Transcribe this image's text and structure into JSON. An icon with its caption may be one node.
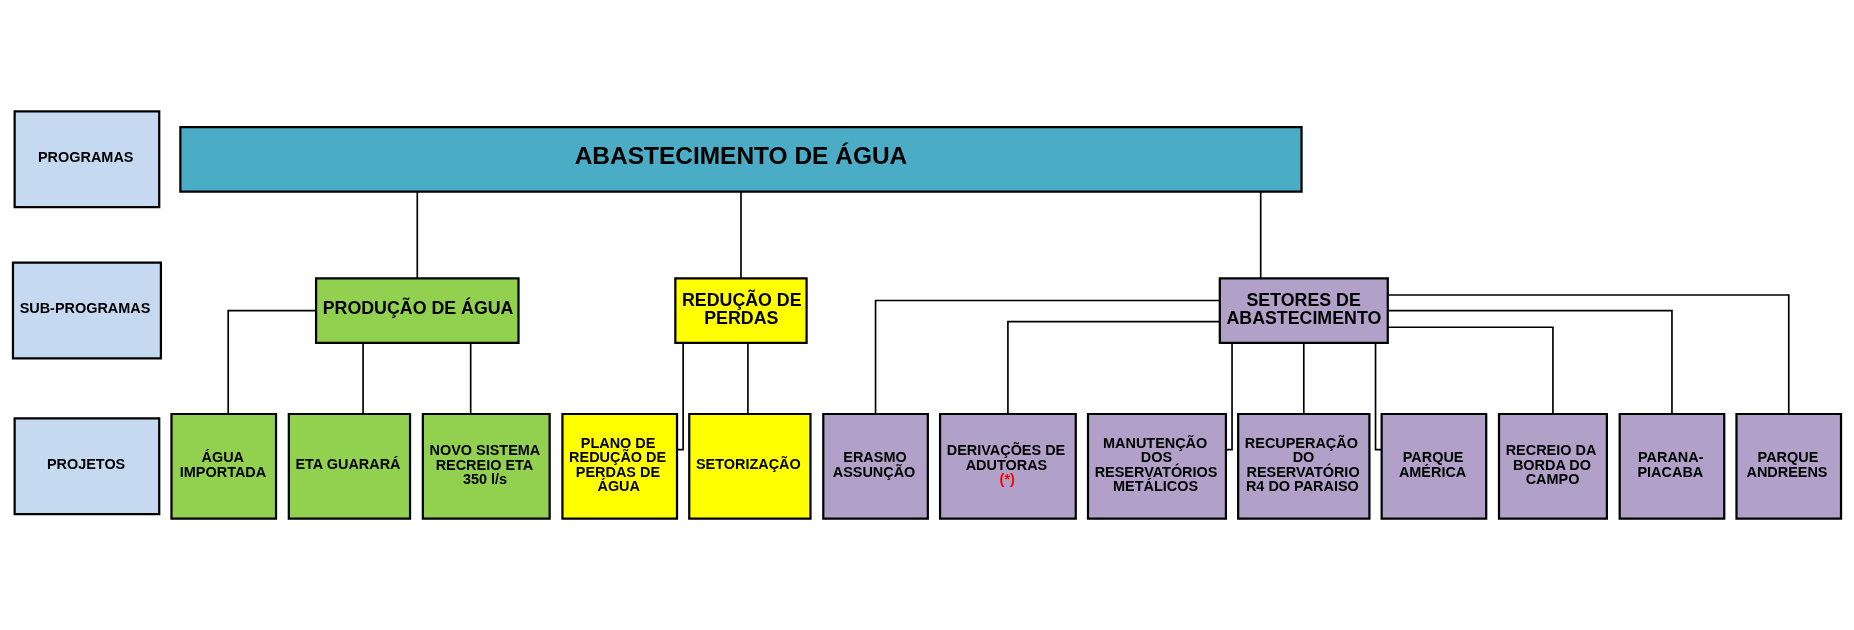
{
  "diagram": {
    "nodes": [
      {
        "text": [
          "PROGRAMAS"
        ]
      },
      {
        "text": [
          "SUB-PROGRAMAS"
        ]
      },
      {
        "text": [
          "PROJETOS"
        ]
      },
      {
        "text": [
          "ABASTECIMENTO DE ÁGUA"
        ]
      },
      {
        "text": [
          "PRODUÇÃO DE ÁGUA"
        ]
      },
      {
        "text": [
          "REDUÇÃO DE PERDAS"
        ]
      },
      {
        "text": [
          "SETORES DE ABASTECIMENTO"
        ]
      },
      {
        "text": [
          "ÁGUA IMPORTADA"
        ]
      },
      {
        "text": [
          "ETA GUARARÁ"
        ]
      },
      {
        "text": [
          "NOVO SISTEMA RECREIO ETA 350 l/s"
        ]
      },
      {
        "text": [
          "PLANO DE REDUÇÃO DE PERDAS DE ÁGUA"
        ]
      },
      {
        "text": [
          "SETORIZAÇÃO"
        ]
      },
      {
        "text": [
          "ERASMO ASSUNÇÃO"
        ]
      },
      {
        "text": [
          "DERIVAÇÕES DE ADUTORAS",
          "(*)"
        ]
      },
      {
        "text": [
          "MANUTENÇÃO DOS RESERVATÓRIOS METÁLICOS"
        ]
      },
      {
        "text": [
          "RECUPERAÇÃO DO RESERVATÓRIO R4 DO PARAISO"
        ]
      },
      {
        "text": [
          "PARQUE AMÉRICA"
        ]
      },
      {
        "text": [
          "RECREIO DA BORDA DO CAMPO"
        ]
      },
      {
        "text": [
          "PARANA- PIACABA"
        ]
      },
      {
        "text": [
          "PARQUE ANDREENS"
        ]
      }
    ],
    "edges": [
      {
        "from": 3,
        "to": 4,
        "arrow": "none"
      },
      {
        "from": 3,
        "to": 5,
        "arrow": "none"
      },
      {
        "from": 3,
        "to": 6,
        "arrow": "none"
      },
      {
        "from": 4,
        "to": 7,
        "arrow": "none"
      },
      {
        "from": 4,
        "to": 8,
        "arrow": "none"
      },
      {
        "from": 4,
        "to": 9,
        "arrow": "none"
      },
      {
        "from": 5,
        "to": 10,
        "arrow": "none"
      },
      {
        "from": 5,
        "to": 11,
        "arrow": "none"
      },
      {
        "from": 6,
        "to": 12,
        "arrow": "none"
      },
      {
        "from": 6,
        "to": 13,
        "arrow": "none"
      },
      {
        "from": 6,
        "to": 14,
        "arrow": "none"
      },
      {
        "from": 6,
        "to": 15,
        "arrow": "none"
      },
      {
        "from": 6,
        "to": 16,
        "arrow": "none"
      },
      {
        "from": 6,
        "to": 17,
        "arrow": "none"
      },
      {
        "from": 6,
        "to": 18,
        "arrow": "none"
      },
      {
        "from": 6,
        "to": 19,
        "arrow": "none"
      }
    ]
  }
}
